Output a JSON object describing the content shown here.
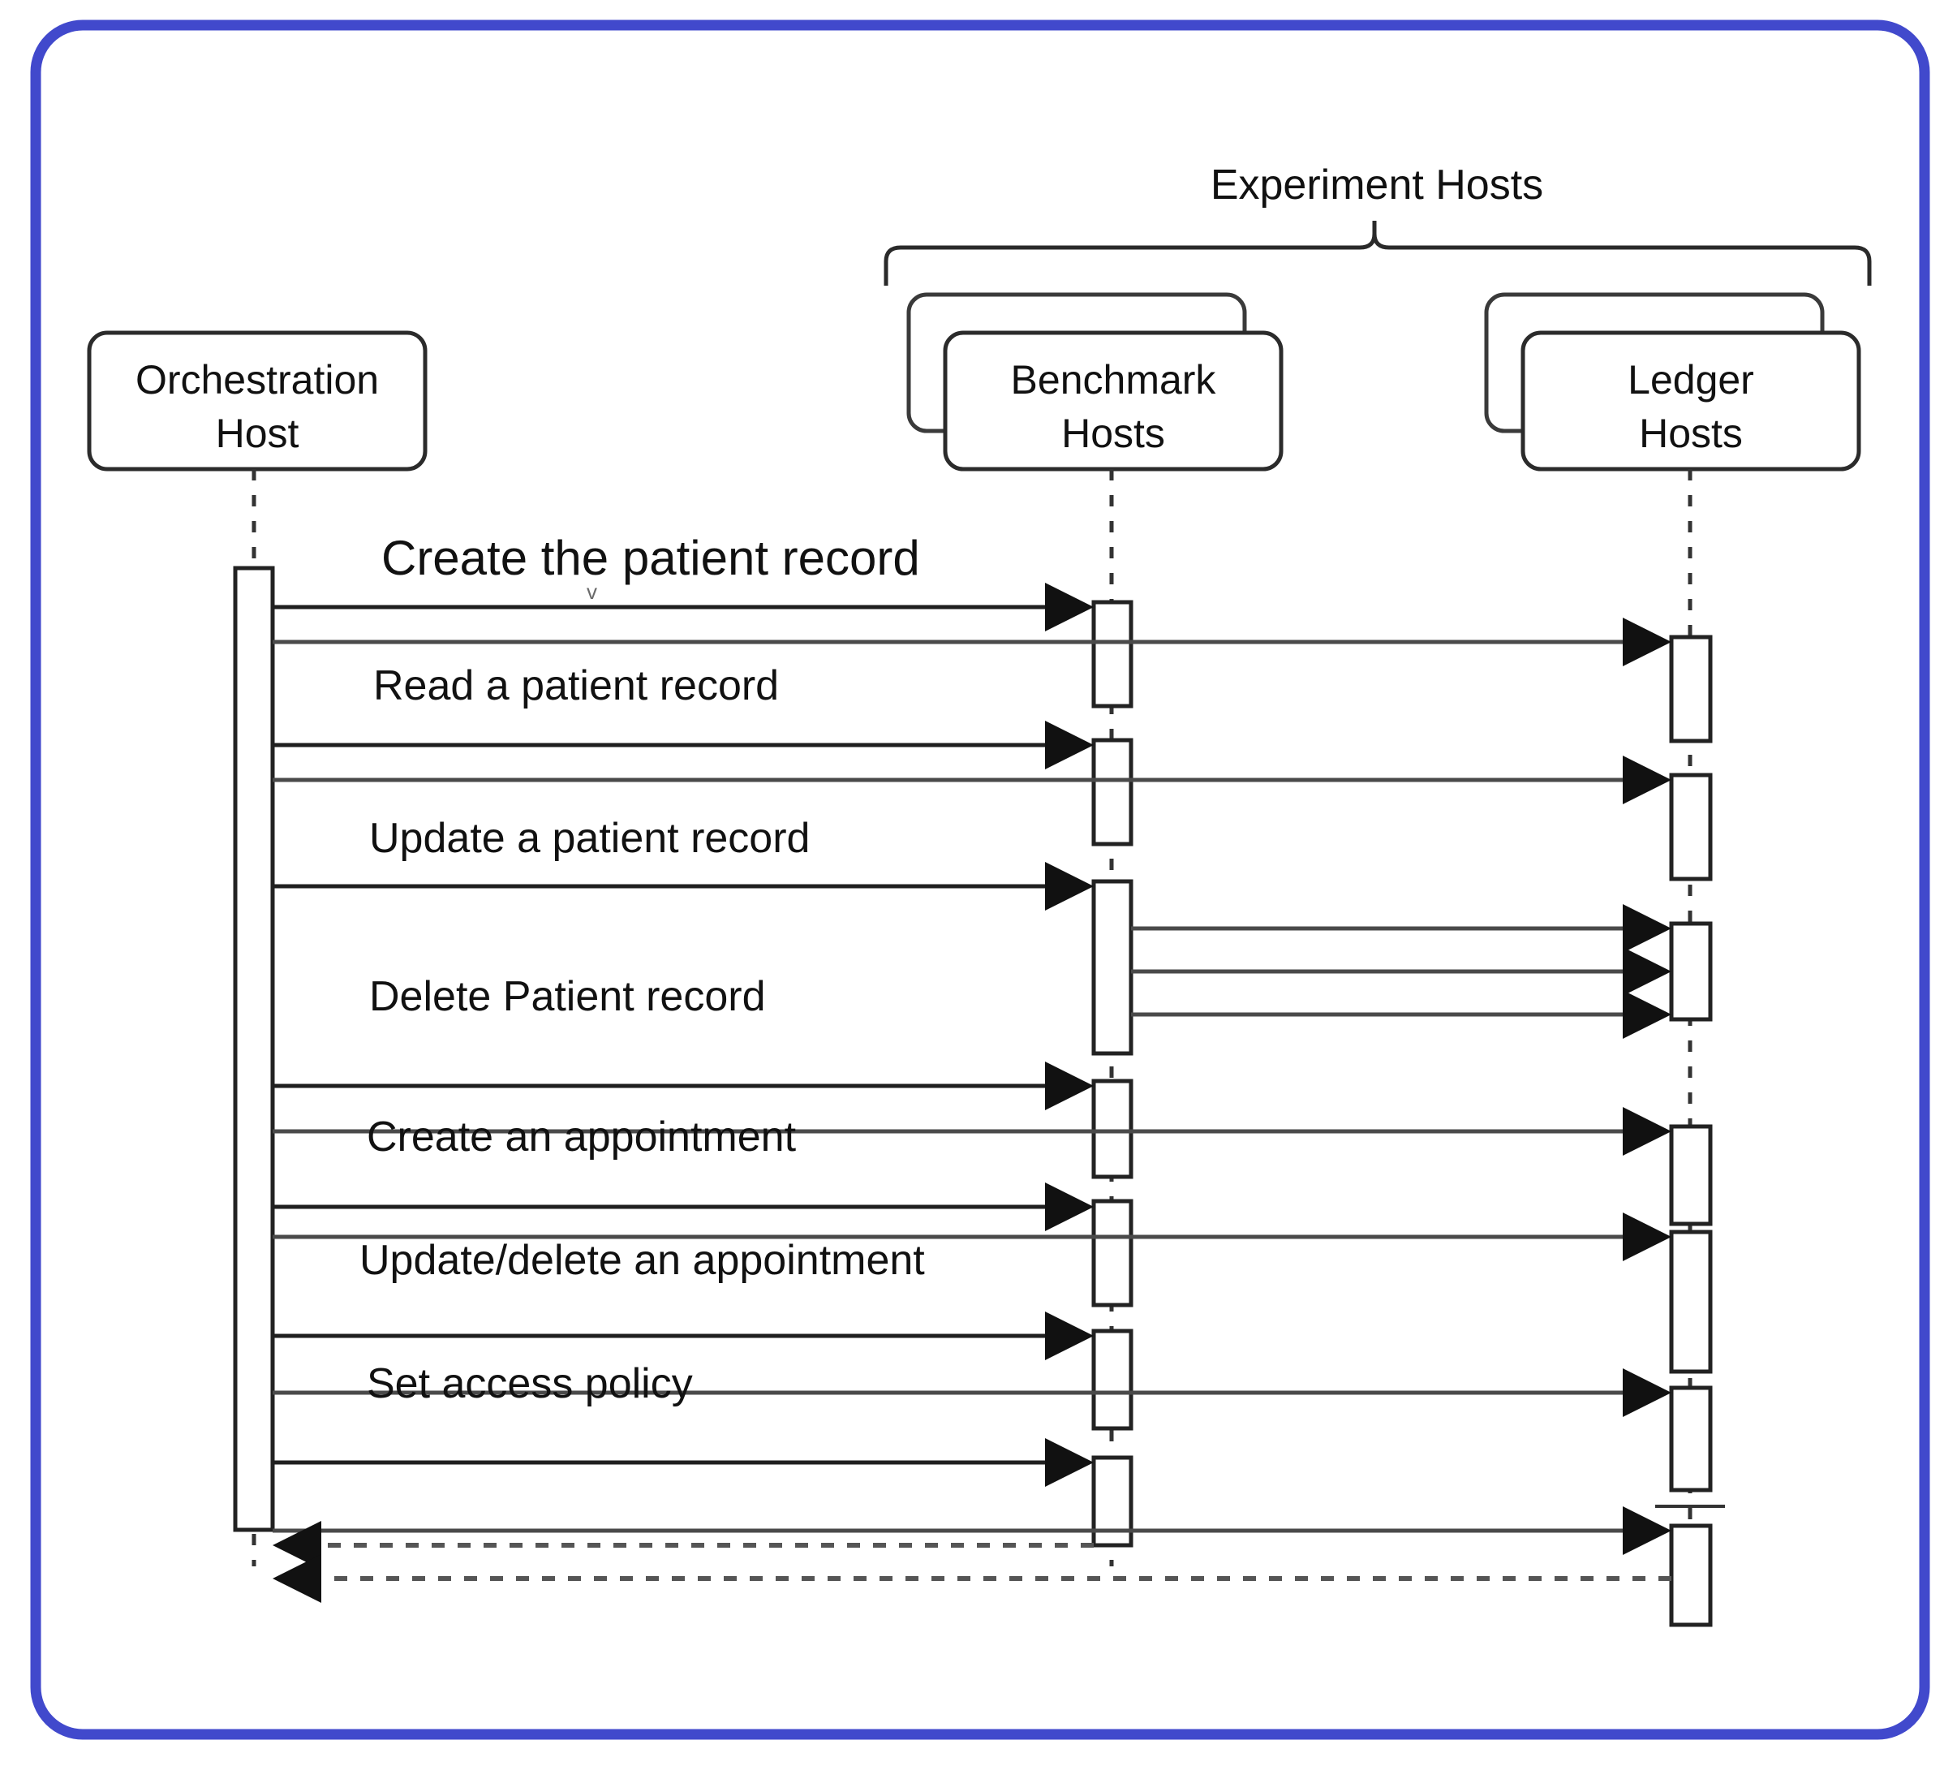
{
  "diagram": {
    "kind": "uml-sequence-diagram",
    "frame": {
      "border_color": "#4149cc",
      "background": "#ffffff"
    },
    "group": {
      "label": "Experiment Hosts",
      "members": [
        "Benchmark Hosts",
        "Ledger Hosts"
      ]
    },
    "participants": [
      {
        "id": "orchestration",
        "label_line1": "Orchestration",
        "label_line2": "Host",
        "stacked": false
      },
      {
        "id": "benchmark",
        "label_line1": "Benchmark",
        "label_line2": "Hosts",
        "stacked": true
      },
      {
        "id": "ledger",
        "label_line1": "Ledger",
        "label_line2": "Hosts",
        "stacked": true
      }
    ],
    "messages": [
      {
        "index": 1,
        "label": "Create the patient record",
        "from": "orchestration",
        "to": "benchmark",
        "emphasis": "large"
      },
      {
        "index": 2,
        "label": "Read a patient record",
        "from": "orchestration",
        "to": "benchmark",
        "emphasis": "normal"
      },
      {
        "index": 3,
        "label": "Update a patient record",
        "from": "orchestration",
        "to": "benchmark",
        "emphasis": "normal"
      },
      {
        "index": 4,
        "label": "Delete Patient record",
        "from": "orchestration",
        "to": "benchmark",
        "emphasis": "normal"
      },
      {
        "index": 5,
        "label": "Create an appointment",
        "from": "orchestration",
        "to": "benchmark",
        "emphasis": "normal"
      },
      {
        "index": 6,
        "label": "Update/delete an appointment",
        "from": "orchestration",
        "to": "benchmark",
        "emphasis": "normal"
      },
      {
        "index": 7,
        "label": "Set access policy",
        "from": "orchestration",
        "to": "benchmark",
        "emphasis": "normal"
      }
    ],
    "returns": [
      {
        "from": "benchmark",
        "to": "orchestration",
        "style": "dashed"
      },
      {
        "from": "ledger",
        "to": "orchestration",
        "style": "dashed"
      }
    ],
    "forwarded_calls_note": "Each benchmark activation forwards to the ledger hosts; the Update-a-patient-record step forwards three times.",
    "artifact_glyph": "v"
  }
}
